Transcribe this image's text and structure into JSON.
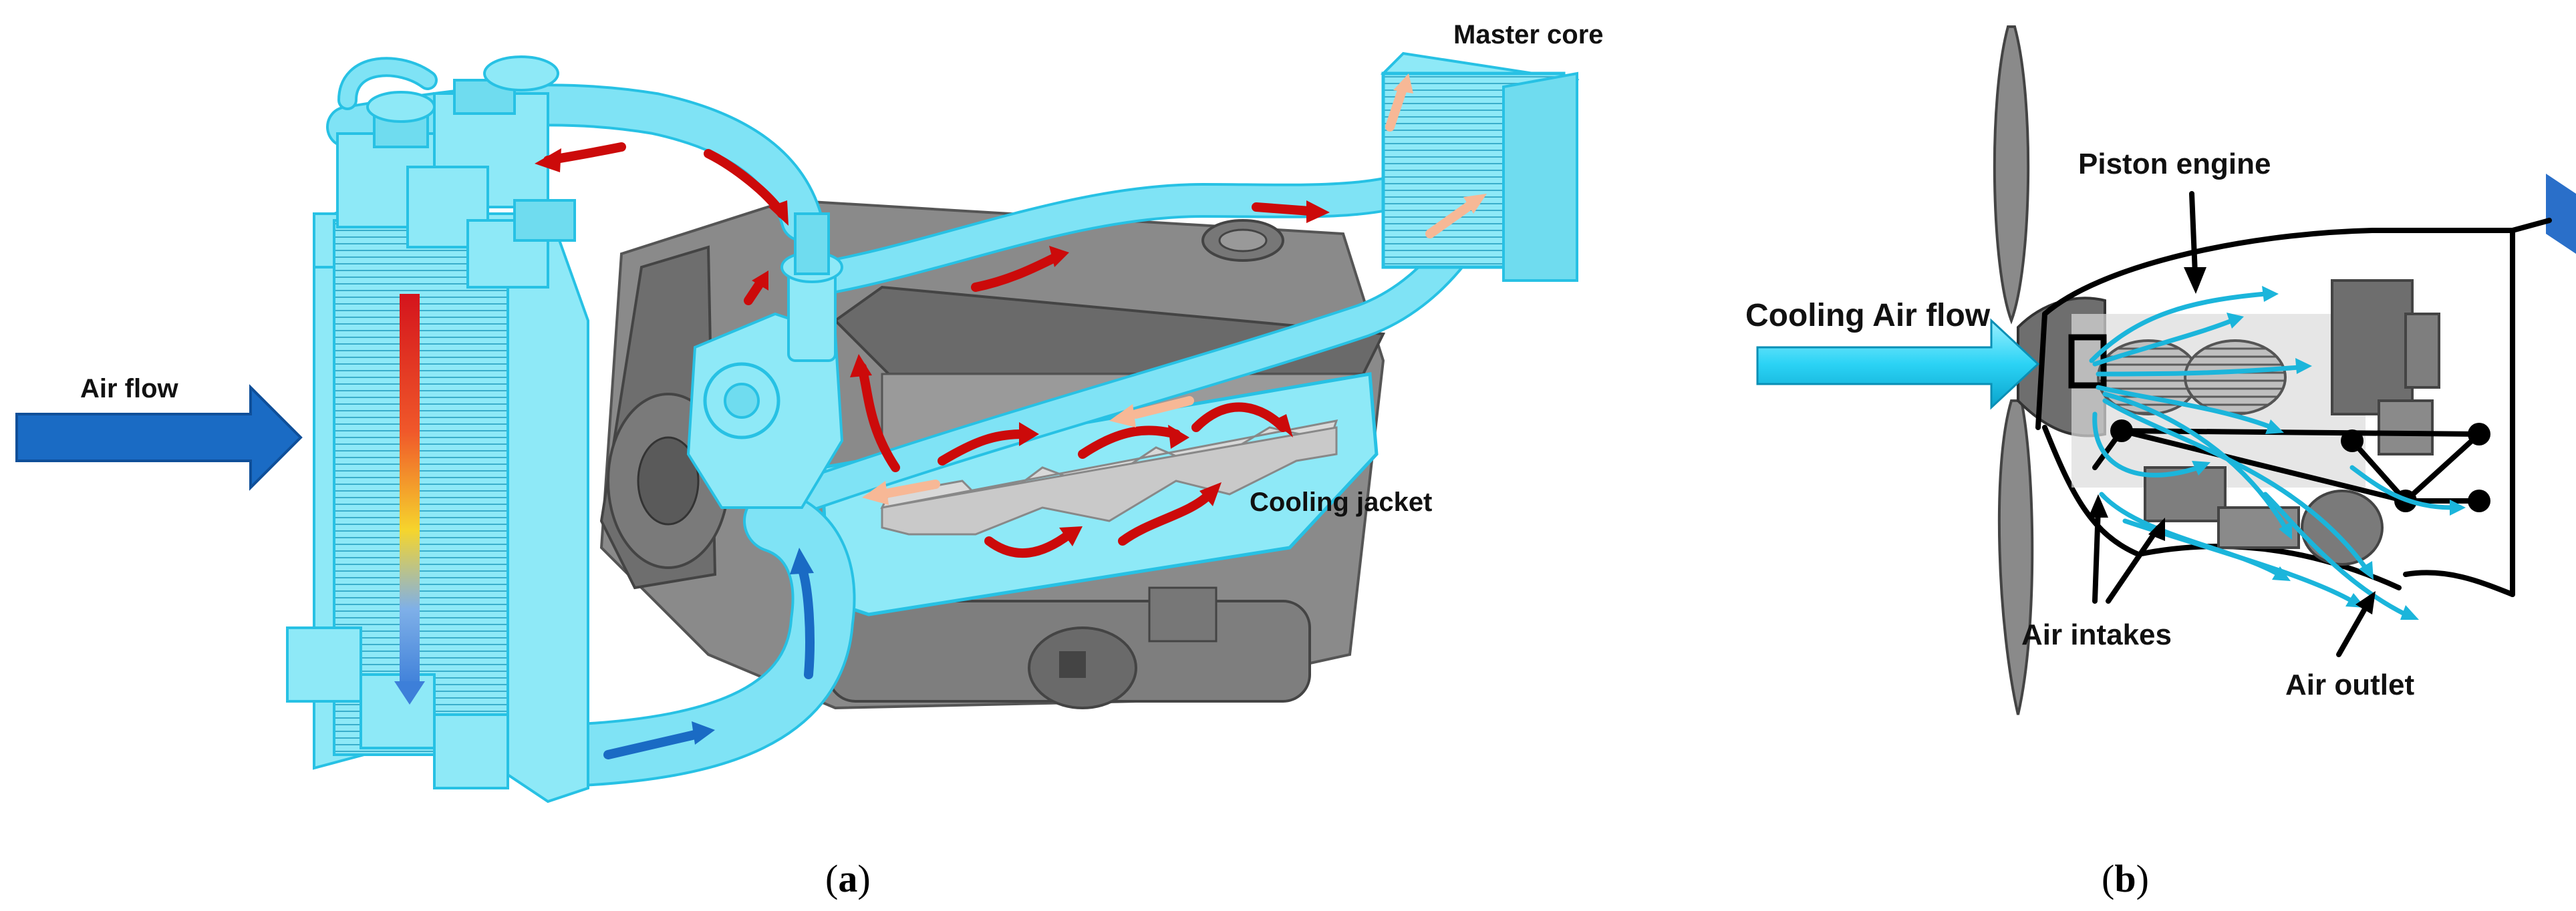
{
  "panel_a": {
    "caption_open": "(",
    "caption_letter": "a",
    "caption_close": ")",
    "labels": {
      "air_flow": "Air flow",
      "master_core": "Master core",
      "cooling_jacket": "Cooling  jacket"
    }
  },
  "panel_b": {
    "caption_open": "(",
    "caption_letter": "b",
    "caption_close": ")",
    "labels": {
      "cooling_air_flow": "Cooling Air flow",
      "piston_engine": "Piston engine",
      "air_intakes": "Air intakes",
      "air_outlet": "Air outlet"
    }
  },
  "colors": {
    "coolant": "#8ee9f7",
    "hot_flow": "#cc0a0a",
    "warm_flow": "#f7b896",
    "cool_flow": "#1a6bc4",
    "air_stream": "#1bb5db",
    "engine_gray": "#8a8a8a"
  }
}
